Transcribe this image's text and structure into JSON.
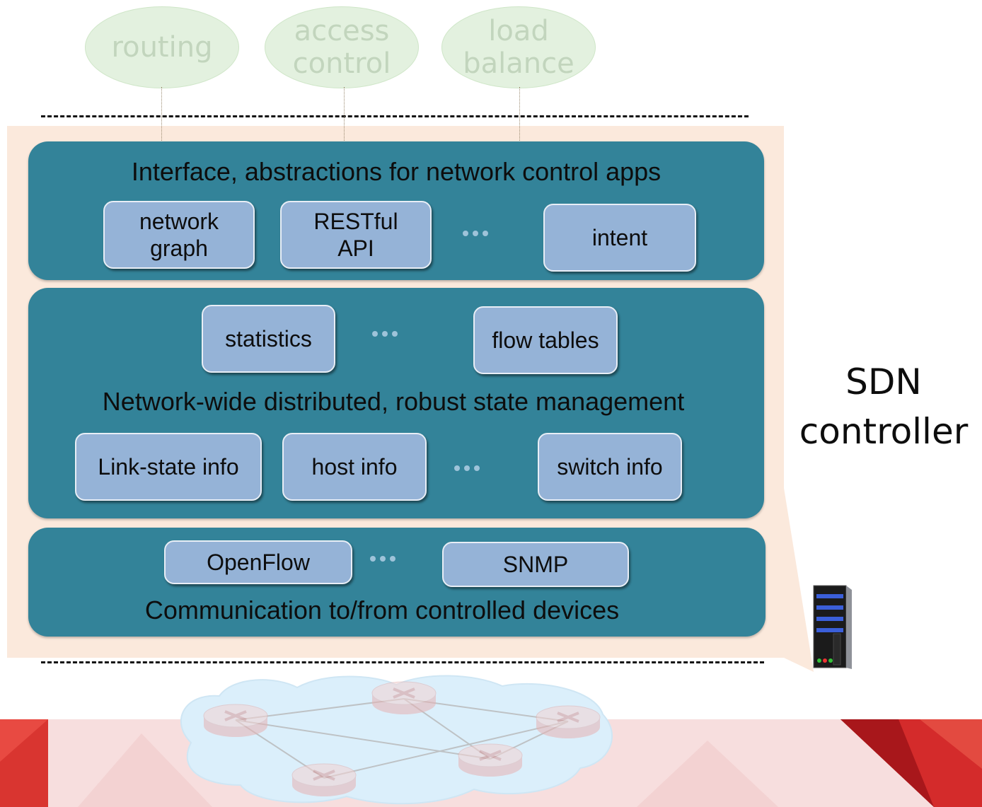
{
  "apps": {
    "routing": "routing",
    "access_control": [
      "access",
      "control"
    ],
    "load_balance": [
      "load",
      "balance"
    ]
  },
  "northbound": {
    "title": "Interface, abstractions for network control apps",
    "items": {
      "network_graph": [
        "network",
        "graph"
      ],
      "restful_api": [
        "RESTful",
        "API"
      ],
      "intent": "intent"
    }
  },
  "state_management": {
    "title": "Network-wide distributed, robust  state management",
    "top_items": {
      "statistics": "statistics",
      "flow_tables": "flow tables"
    },
    "bottom_items": {
      "link_state": "Link-state info",
      "host": "host info",
      "switch": "switch info"
    }
  },
  "southbound": {
    "title": "Communication to/from controlled devices",
    "items": {
      "openflow": "OpenFlow",
      "snmp": "SNMP"
    }
  },
  "controller_label": [
    "SDN",
    "controller"
  ],
  "colors": {
    "layer": "#338399",
    "box": "#95b3d7",
    "callout": "#fbe9dc",
    "app_fill": "#e3f1df",
    "banner_red": "#d42b2b"
  },
  "icons": [
    "server-icon",
    "router-icon",
    "ellipsis-icon"
  ]
}
